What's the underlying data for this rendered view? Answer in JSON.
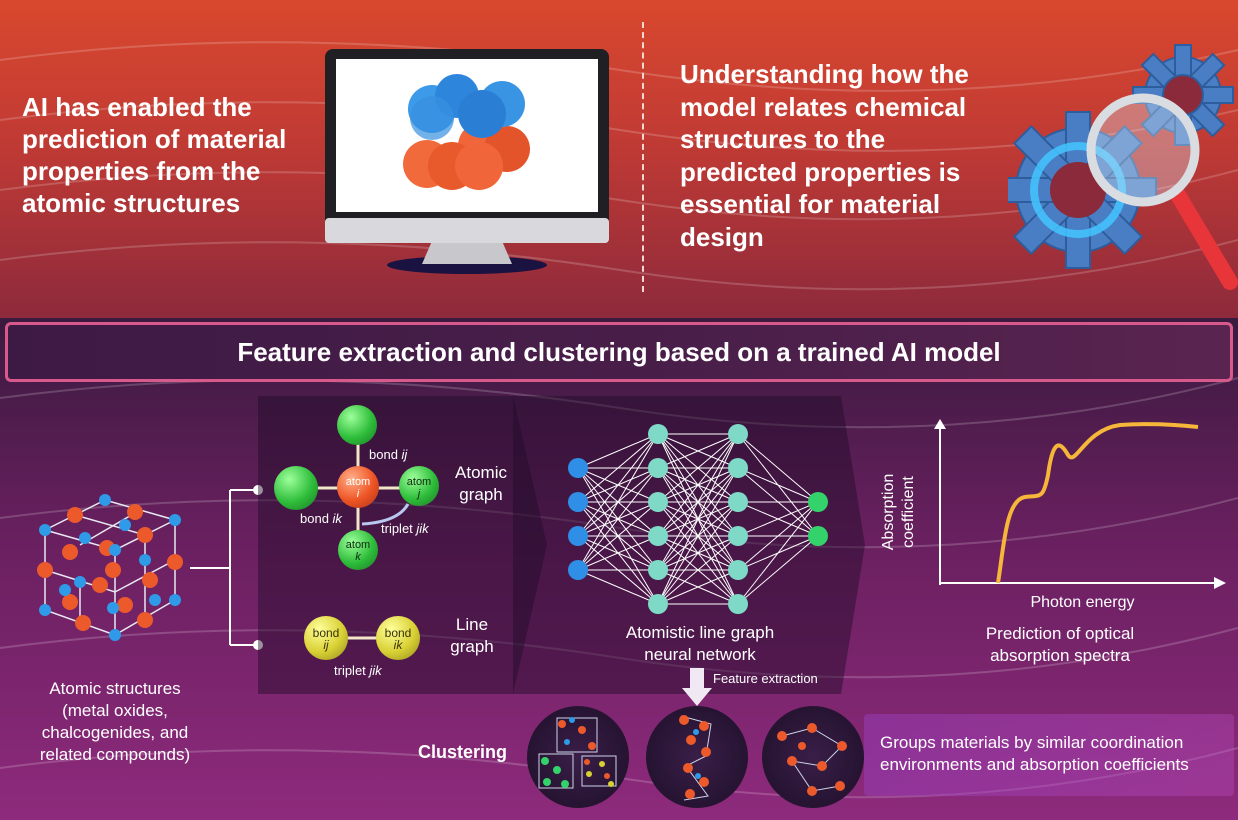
{
  "top": {
    "left_text": "AI has enabled the prediction of material properties from the atomic structures",
    "right_text": "Understanding how the model relates chemical structures to the predicted properties is essential for material design"
  },
  "banner": {
    "title": "Feature extraction and clustering based on a trained AI model"
  },
  "atomic_structures": {
    "caption_lines": [
      "Atomic structures",
      "(metal oxides,",
      "chalcogenides, and",
      "related compounds)"
    ]
  },
  "atomic_graph": {
    "label_lines": [
      "Atomic",
      "graph"
    ],
    "bond_ij_prefix": "bond ",
    "bond_ij_suffix": "ij",
    "bond_ik_prefix": "bond ",
    "bond_ik_suffix": "ik",
    "triplet_prefix": "triplet ",
    "triplet_suffix": "jik",
    "atom_word": "atom",
    "atom_i": "i",
    "atom_j": "j",
    "atom_k": "k"
  },
  "line_graph": {
    "label_lines": [
      "Line",
      "graph"
    ],
    "bond_word": "bond",
    "node1_suffix": "ij",
    "node2_suffix": "ik",
    "triplet_prefix": "triplet ",
    "triplet_suffix": "jik"
  },
  "network": {
    "caption_lines": [
      "Atomistic line graph",
      "neural network"
    ],
    "feature_extraction": "Feature extraction"
  },
  "spectrum": {
    "ylabel_lines": [
      "Absorption",
      "coefficient"
    ],
    "xlabel": "Photon energy",
    "caption_lines": [
      "Prediction of optical",
      "absorption spectra"
    ]
  },
  "clustering": {
    "label": "Clustering",
    "note_lines": [
      "Groups materials by similar coordination",
      "environments and absorption coefficients"
    ]
  },
  "colors": {
    "bond_line": "#f2e6c8",
    "curve": "#f6b63a",
    "input_node": "#2f8fe6",
    "hidden_node": "#7fd9c7",
    "output_node": "#33d26a",
    "banner_border": "#d85a8c"
  }
}
